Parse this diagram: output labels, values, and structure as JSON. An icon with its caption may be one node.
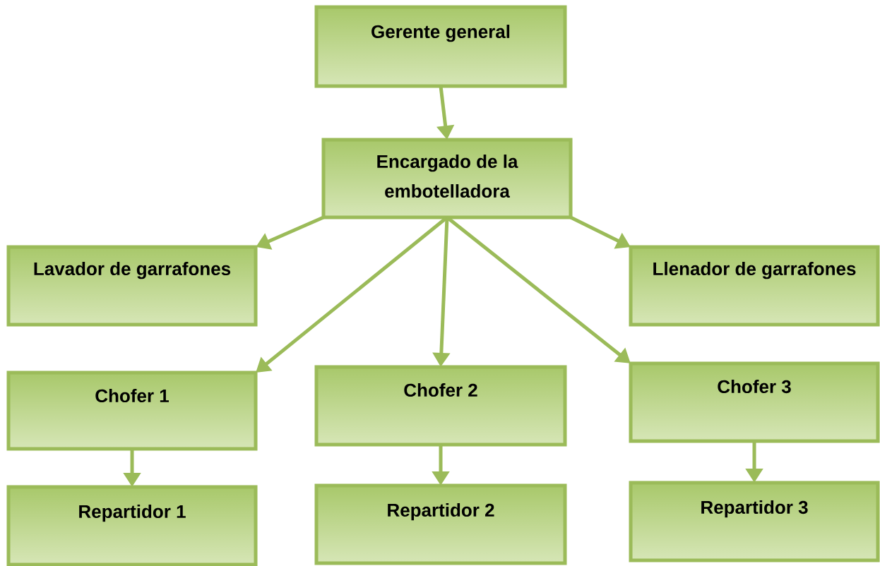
{
  "diagram": {
    "nodes": [
      {
        "text": [
          "Gerente general"
        ]
      },
      {
        "text": [
          "Encargado de la embotelladora"
        ]
      },
      {
        "text": [
          "Lavador de garrafones"
        ]
      },
      {
        "text": [
          "Llenador de garrafones"
        ]
      },
      {
        "text": [
          "Chofer 1"
        ]
      },
      {
        "text": [
          "Chofer 2"
        ]
      },
      {
        "text": [
          "Chofer 3"
        ]
      },
      {
        "text": [
          "Repartidor 1"
        ]
      },
      {
        "text": [
          "Repartidor 2"
        ]
      },
      {
        "text": [
          "Repartidor 3"
        ]
      }
    ],
    "edges": [
      {
        "from": 0,
        "to": 1,
        "arrow": "to"
      },
      {
        "from": 1,
        "to": 2,
        "arrow": "to"
      },
      {
        "from": 1,
        "to": 3,
        "arrow": "to"
      },
      {
        "from": 1,
        "to": 4,
        "arrow": "to"
      },
      {
        "from": 1,
        "to": 5,
        "arrow": "to"
      },
      {
        "from": 1,
        "to": 6,
        "arrow": "to"
      },
      {
        "from": 4,
        "to": 7,
        "arrow": "to"
      },
      {
        "from": 5,
        "to": 8,
        "arrow": "to"
      },
      {
        "from": 6,
        "to": 9,
        "arrow": "to"
      }
    ]
  }
}
